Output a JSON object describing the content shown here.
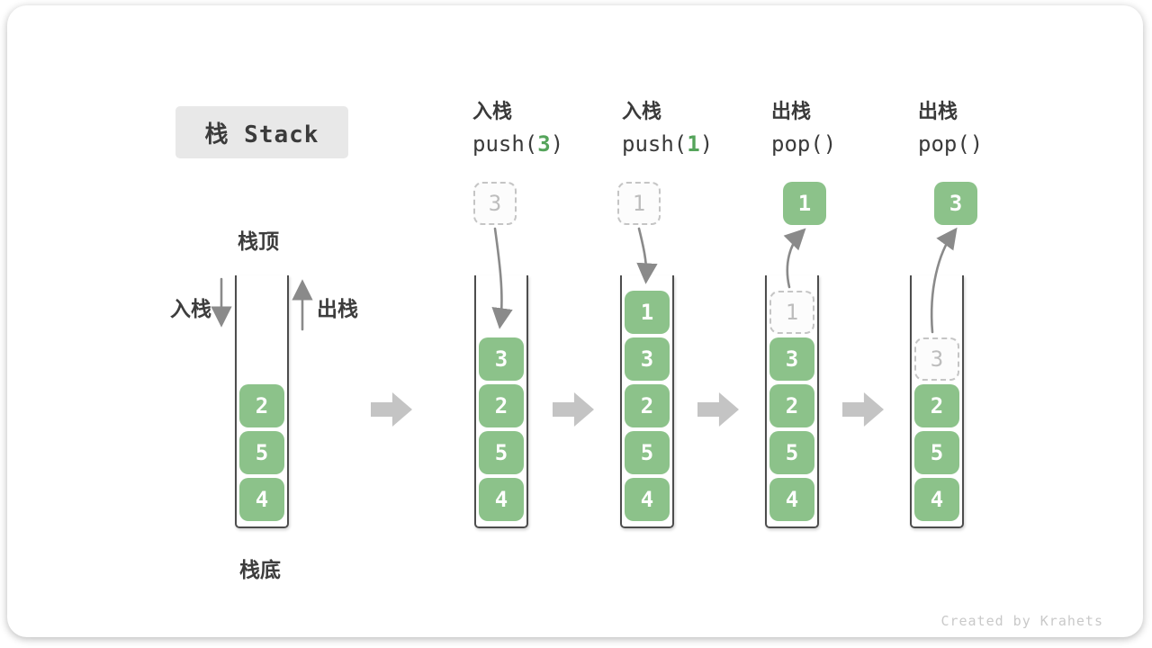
{
  "header": {
    "title": "栈 Stack"
  },
  "footer": {
    "credit": "Created by Krahets"
  },
  "stack_labels": {
    "top": "栈顶",
    "bottom": "栈底",
    "push": "入栈",
    "pop": "出栈"
  },
  "columns": [
    {
      "name": "initial-stack",
      "cells": [
        {
          "value": "2",
          "ghost": false
        },
        {
          "value": "5",
          "ghost": false
        },
        {
          "value": "4",
          "ghost": false
        }
      ]
    },
    {
      "name": "push-3",
      "op": {
        "cn": "入栈",
        "pre": "push(",
        "arg": "3",
        "post": ")"
      },
      "float": {
        "value": "3",
        "ghost": true
      },
      "cells": [
        {
          "value": "3",
          "ghost": false
        },
        {
          "value": "2",
          "ghost": false
        },
        {
          "value": "5",
          "ghost": false
        },
        {
          "value": "4",
          "ghost": false
        }
      ]
    },
    {
      "name": "push-1",
      "op": {
        "cn": "入栈",
        "pre": "push(",
        "arg": "1",
        "post": ")"
      },
      "float": {
        "value": "1",
        "ghost": true
      },
      "cells": [
        {
          "value": "1",
          "ghost": false
        },
        {
          "value": "3",
          "ghost": false
        },
        {
          "value": "2",
          "ghost": false
        },
        {
          "value": "5",
          "ghost": false
        },
        {
          "value": "4",
          "ghost": false
        }
      ]
    },
    {
      "name": "pop-1",
      "op": {
        "cn": "出栈",
        "pre": "pop(",
        "arg": "",
        "post": ")"
      },
      "float": {
        "value": "1",
        "ghost": false
      },
      "cells": [
        {
          "value": "1",
          "ghost": true
        },
        {
          "value": "3",
          "ghost": false
        },
        {
          "value": "2",
          "ghost": false
        },
        {
          "value": "5",
          "ghost": false
        },
        {
          "value": "4",
          "ghost": false
        }
      ]
    },
    {
      "name": "pop-3",
      "op": {
        "cn": "出栈",
        "pre": "pop(",
        "arg": "",
        "post": ")"
      },
      "float": {
        "value": "3",
        "ghost": false
      },
      "cells": [
        {
          "value": "3",
          "ghost": true
        },
        {
          "value": "2",
          "ghost": false
        },
        {
          "value": "5",
          "ghost": false
        },
        {
          "value": "4",
          "ghost": false
        }
      ]
    }
  ],
  "colors": {
    "cell_green": "#8CC28A",
    "arg_green": "#55A45B",
    "arrow_grey": "#8A8A8A",
    "block_arrow_grey": "#C4C4C4",
    "chip_grey": "#E8E8E8",
    "ghost_border_grey": "#C5C5C5",
    "text_dark": "#3A3A3A"
  }
}
